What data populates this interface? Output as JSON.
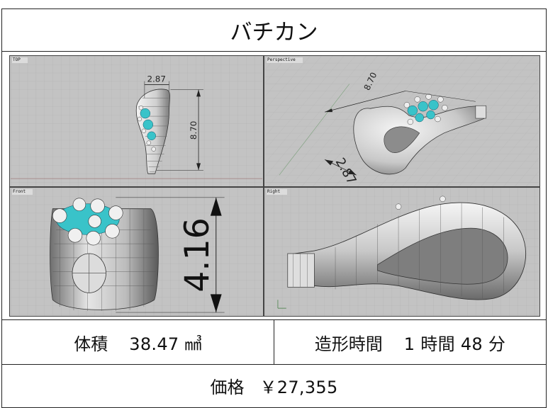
{
  "title": "バチカン",
  "viewports": {
    "top": {
      "label": "TOP",
      "dim_width": "2.87",
      "dim_height": "8.70"
    },
    "perspective": {
      "label": "Perspective",
      "dim_a": "8.70",
      "dim_b": "2.87"
    },
    "front": {
      "label": "Front",
      "dim_height": "4.16"
    },
    "right": {
      "label": "Right"
    }
  },
  "volume": {
    "label": "体積",
    "value": "38.47 ㎣"
  },
  "build_time": {
    "label": "造形時間",
    "value": "1 時間 48 分"
  },
  "price": {
    "label": "価格",
    "value": "￥27,355"
  },
  "colors": {
    "viewport_bg": "#c3c3c3",
    "gem": "#39c3c9",
    "grid": "#b3b3b3"
  }
}
